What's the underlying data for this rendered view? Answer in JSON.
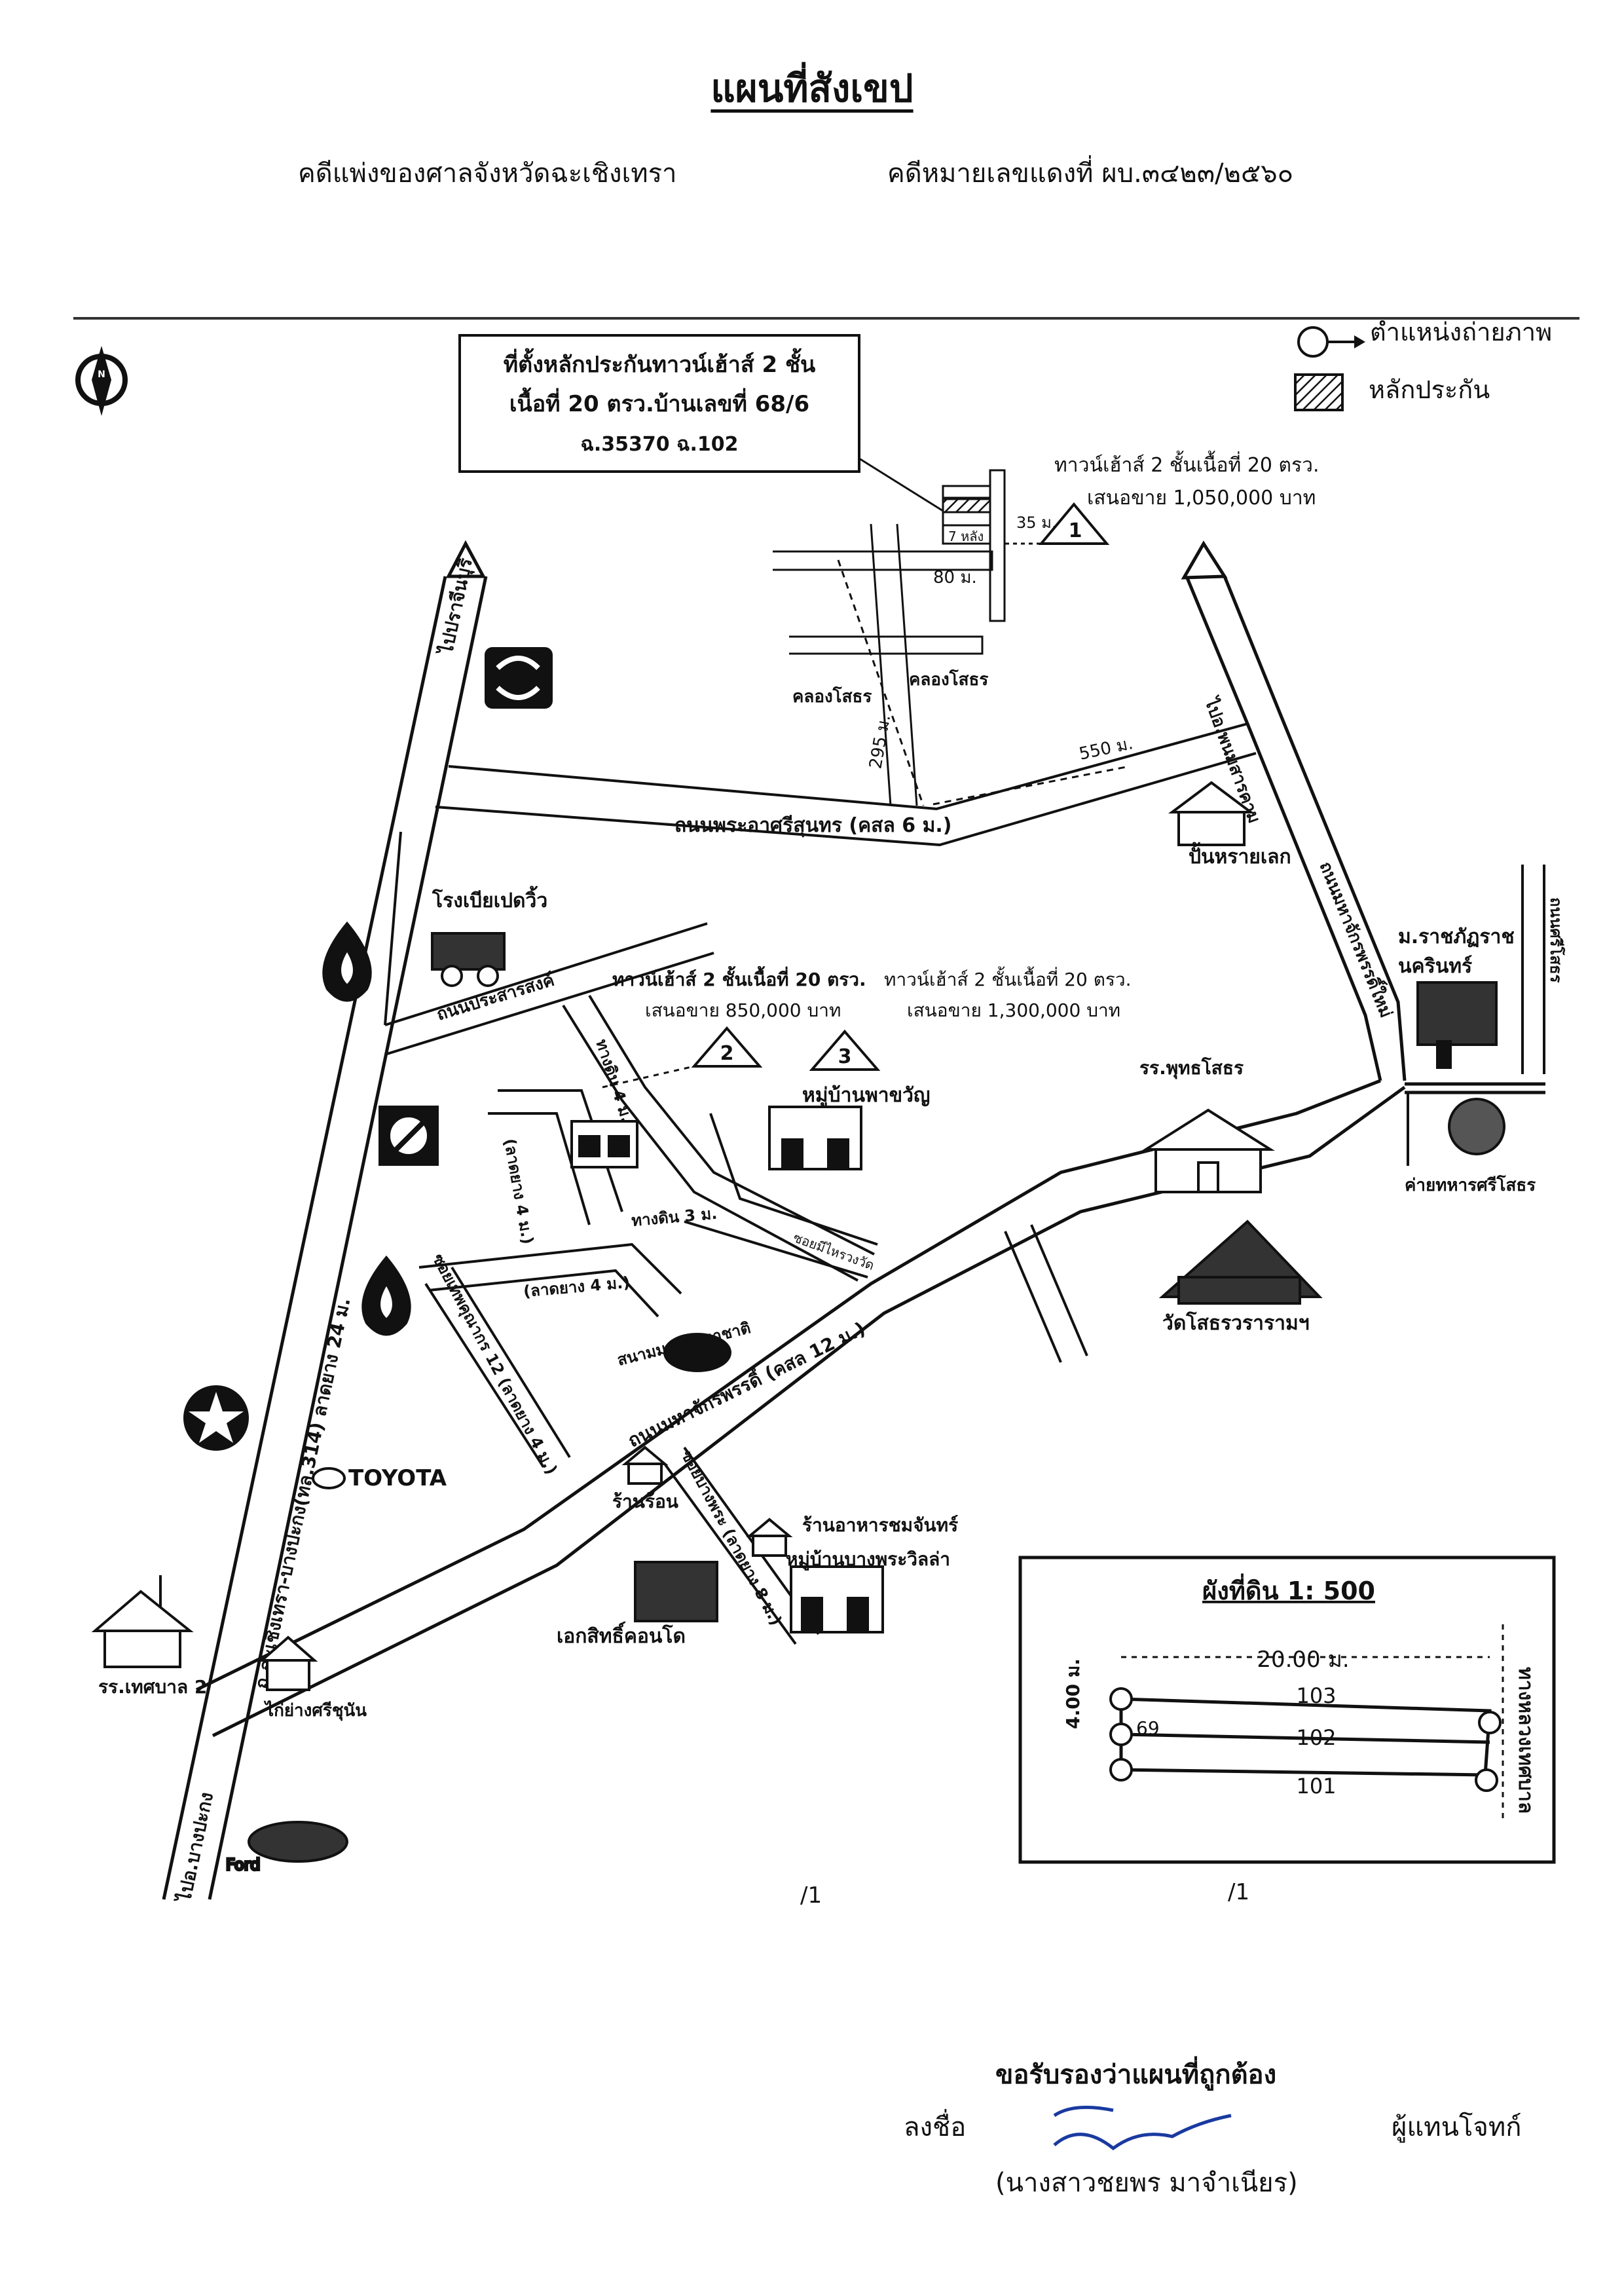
{
  "title": "แผนที่สังเขป",
  "header": {
    "court": "คดีแพ่งของศาลจังหวัดฉะเชิงเทรา",
    "case_no": "คดีหมายเลขแดงที่  ผบ.๓๔๒๓/๒๕๖๐"
  },
  "legend": {
    "photo_position": "ตำแหน่งถ่ายภาพ",
    "collateral": "หลักประกัน"
  },
  "location_box": {
    "line1": "ที่ตั้งหลักประกันทาวน์เฮ้าส์ 2 ชั้น",
    "line2": "เนื้อที่ 20 ตรว.บ้านเลขที่ 68/6",
    "line3": "ฉ.35370 ฉ.102"
  },
  "comparables": {
    "c1_line1": "ทาวน์เฮ้าส์ 2 ชั้นเนื้อที่ 20 ตรว.",
    "c1_line2": "เสนอขาย 1,050,000 บาท",
    "c2_line1": "ทาวน์เฮ้าส์ 2 ชั้นเนื้อที่ 20 ตรว.",
    "c2_line2": "เสนอขาย 850,000 บาท",
    "c3_line1": "ทาวน์เฮ้าส์ 2 ชั้นเนื้อที่ 20 ตรว.",
    "c3_line2": "เสนอขาย 1,300,000 บาท",
    "marker1": "1",
    "marker2": "2",
    "marker3": "3"
  },
  "map_labels": {
    "dist_35": "35 ม.",
    "dist_80": "80 ม.",
    "dist_295": "295 ม.",
    "dist_550": "550 ม.",
    "seven_units": "7 หลัง",
    "canal_left": "คลองโสธร",
    "canal_right": "คลองโสธร",
    "road_phraathit": "ถนนพระอาศรีสุนทร (คสล 6 ม.)",
    "to_prachinburi": "ไปปราจีนบุรี",
    "to_other": "ไปอ.พนมสารคาม",
    "to_bangpakong": "ไปอ.บางปะกง",
    "main_road": "ถ.ฉะเชิงเทรา-บางปะกง(ทล.314) ลาดยาง 24 ม.",
    "road_south": "ถนนมหาจักรพรรดิ์ (คสล 12 ม.)",
    "road_prasarn": "ถนนประสารสงค์",
    "soi_a": "ซอยมีไหรวงวัด",
    "bunhaisak": "ปั้นหรายเลก",
    "factory": "โรงเบียเปดวิ้ว",
    "univ1": "ม.ราชภัฏราช",
    "univ2": "นครินทร์",
    "school_phuttha": "รร.พุทธโสธร",
    "village_phaiwan": "หมู่บ้านพาขวัญ",
    "camp": "ค่ายทหารศรีโสธร",
    "temple": "วัดโสธรวรารามฯ",
    "stadium": "สนามมวยนานาชาติ",
    "shop_ron": "ร้านร้อน",
    "restaurant": "ร้านอาหารชมจันทร์",
    "village_bang": "หมู่บ้านบางพระวิลล่า",
    "condo": "เอกสิทธิ์คอนโด",
    "school_tesaban": "รร.เทศบาล 2",
    "chicken": "ไก่ย่างศรีชุนัน",
    "toyota": "TOYOTA",
    "ford": "Ford",
    "soi_4a": "(ลาดยาง 4 ม.)",
    "soi_4b": "(ลาดยาง 4 ม.)",
    "soi_3": "ทางดิน 3 ม.",
    "soi_4c": "ทางดิน 4 ม.",
    "soi_12": "ซอยเทพคุณากร 12 (ลาดยาง 4 ม.)",
    "soi_bang": "ซอยบางพระ (ลาดยาง 8 ม.)",
    "right_road": "ถนนมหาจักรพรรดิ์ใหม่",
    "far_right_road": "ถนนศรีโสธร"
  },
  "parcel_plan": {
    "title": "ผังที่ดิน 1: 500",
    "width": "20.00 ม.",
    "depth": "4.00 ม.",
    "lot_top": "103",
    "lot_mid": "102",
    "lot_bottom": "101",
    "lot_side": "69",
    "road": "ทางหลวงเทศบาล"
  },
  "signature": {
    "certify": "ขอรับรองว่าแผนที่ถูกต้อง",
    "sign_label": "ลงชื่อ",
    "role": "ผู้แทนโจทก์",
    "name": "(นางสาวชยพร  มาจำเนียร)"
  },
  "page_marks": {
    "mark_left": "/1",
    "mark_right": "/1"
  }
}
